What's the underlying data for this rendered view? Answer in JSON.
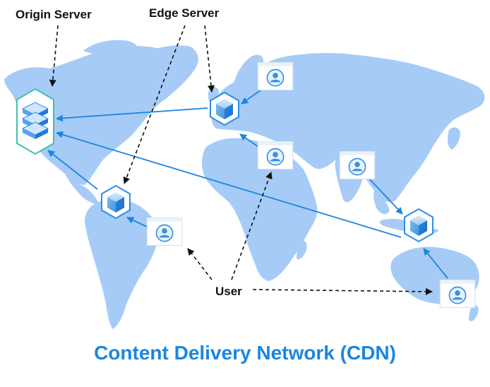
{
  "labels": {
    "origin_server": "Origin Server",
    "edge_server": "Edge Server",
    "user": "User"
  },
  "title": "Content Delivery Network (CDN)",
  "colors": {
    "land": "#a6cbf7",
    "arrow": "#1a86e0",
    "dashed": "#111111",
    "title": "#1a86e0",
    "node_cube": "#2b8ee8",
    "user_window": "#3d8fe0"
  },
  "icons": {
    "origin": "server-stack-icon",
    "edge": "cube-icon",
    "user": "user-window-icon"
  }
}
